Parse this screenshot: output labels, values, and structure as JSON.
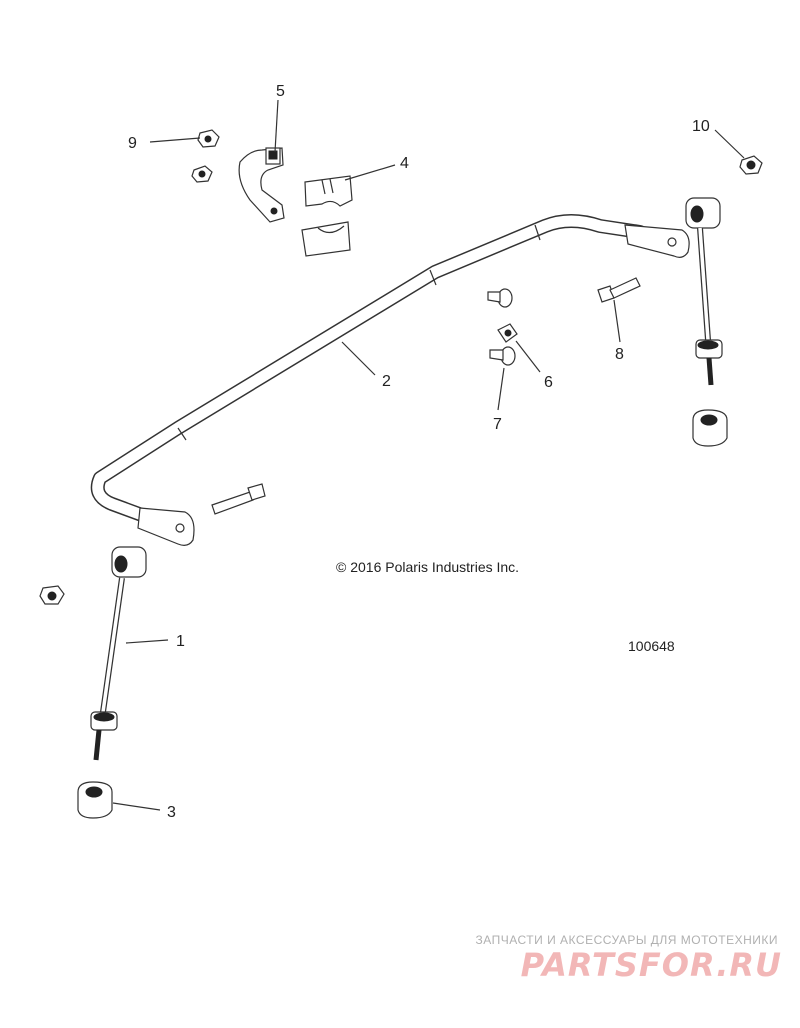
{
  "callouts": {
    "c1": "1",
    "c2": "2",
    "c3": "3",
    "c4": "4",
    "c5": "5",
    "c6": "6",
    "c7": "7",
    "c8": "8",
    "c9": "9",
    "c10": "10"
  },
  "copyright": "© 2016 Polaris Industries Inc.",
  "part_number": "100648",
  "watermark": {
    "tagline": "ЗАПЧАСТИ И АКСЕССУАРЫ ДЛЯ МОТОТЕХНИКИ",
    "logo": "PARTSFOR.RU"
  }
}
